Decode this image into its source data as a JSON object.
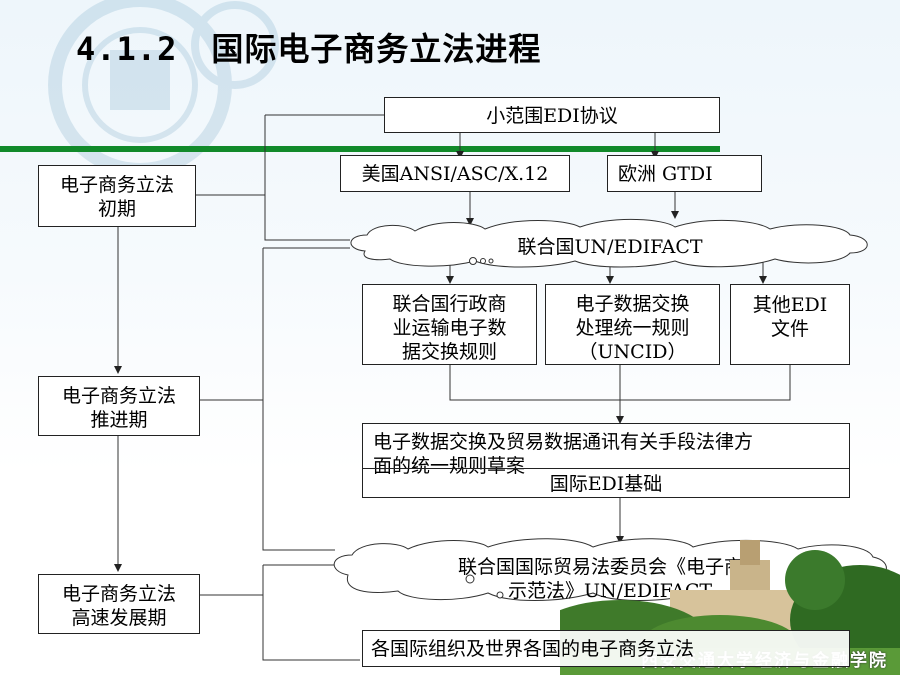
{
  "title": {
    "number": "4.1.2",
    "text": "国际电子商务立法进程"
  },
  "stages": {
    "initial": {
      "line1": "电子商务立法",
      "line2": "初期"
    },
    "advance": {
      "line1": "电子商务立法",
      "line2": "推进期"
    },
    "rapid": {
      "line1": "电子商务立法",
      "line2": "高速发展期"
    }
  },
  "nodes": {
    "small_edi": "小范围EDI协议",
    "us_ansi": "美国ANSI/ASC/X.12",
    "eu_gtdi": "欧洲 GTDI",
    "un_edifact": "联合国UN/EDIFACT",
    "un_trade_rules": {
      "l1": "联合国行政商",
      "l2": "业运输电子数",
      "l3": "据交换规则"
    },
    "uncid": {
      "l1": "电子数据交换",
      "l2": "处理统一规则",
      "l3": "（UNCID）"
    },
    "other_edi": {
      "l1": "其他EDI",
      "l2": "文件"
    },
    "uniform_rules": {
      "l1": "电子数据交换及贸易数据通讯有关手段法律方",
      "l2": "面的统一规则草案"
    },
    "edi_basis": "国际EDI基础",
    "uncitral": {
      "l1": "联合国国际贸易法委员会《电子商务",
      "l2": "示范法》UN/EDIFACT"
    },
    "intl_orgs": "各国际组织及世界各国的电子商务立法"
  },
  "footer": "西安交通大学经济与金融学院",
  "colors": {
    "accent": "#118a2a"
  }
}
